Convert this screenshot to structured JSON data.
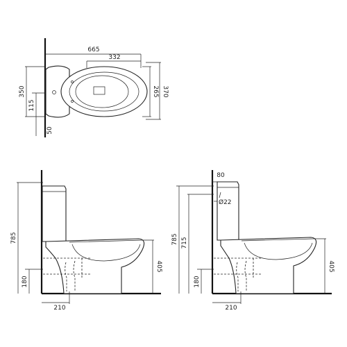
{
  "top_view": {
    "width_total": "665",
    "width_bowl": "332",
    "depth_total": "370",
    "depth_inner": "265",
    "depth_tank": "350",
    "offset_hole": "115",
    "offset_wall": "50"
  },
  "side_left": {
    "height_total": "785",
    "height_seat": "405",
    "outlet_height": "180",
    "outlet_distance": "210"
  },
  "side_right": {
    "tank_gap": "80",
    "pipe_diameter": "Ø22",
    "height_total": "785",
    "height_tank": "715",
    "height_seat": "405",
    "outlet_height": "180",
    "outlet_distance": "210"
  }
}
